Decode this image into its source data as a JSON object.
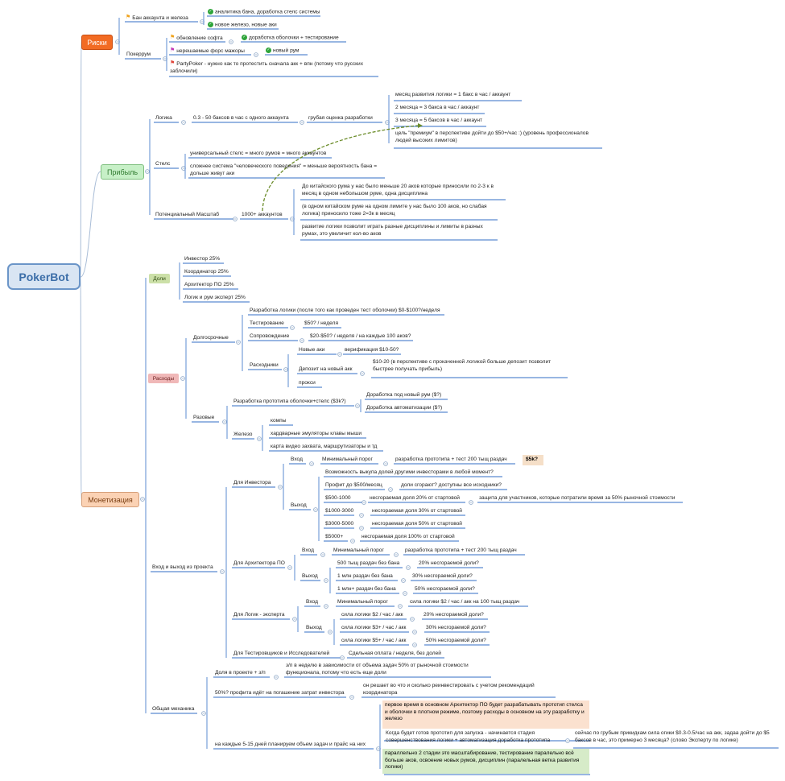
{
  "root": "PokerBot",
  "colors": {
    "risk": "#f26b23",
    "profit": "#c7f0c7",
    "monet": "#fbd2b4",
    "shares": "#cce0a8",
    "costs": "#f0b8b8",
    "price": "#f5dfc8",
    "peach": "#fbe1cf",
    "green": "#d6ebc8",
    "line": "#5b8bd0"
  },
  "risks": {
    "label": "Риски",
    "ban": "Бан аккаунта и железа",
    "ban_a": "аналитика бана, доработка стелс системы",
    "ban_b": "новое железо, новые аки",
    "pokerrum": "Покеррум",
    "soft": "обновление софта",
    "soft_a": "доработка оболочки + тестирование",
    "force": "нерешаемые форс мажоры",
    "force_a": "новый рум",
    "party": "PartyPoker - нужно как то протестить сначала акк + впн (потому что русских заблочили)"
  },
  "profit": {
    "label": "Прибыль",
    "logic": "Логика",
    "rate": "0.3 - 50 баксов в час с одного аккаунта",
    "estimate": "грубая оценка разработки",
    "e1": "месяц развития логики = 1 бакс в час / аккаунт",
    "e2": "2 месяца = 3 бакса в час / аккаунт",
    "e3": "3 месяца = 5 баксов в час / аккаунт",
    "e4": "цель \"премиум\" в перспективе дойти до $50+/час :) (уровень профессионалов людей высоких лимитов)",
    "stealth": "Стелс",
    "s1": "универсальный стелс = много румов = много аккаунтов",
    "s2": "сложнее система \"человеческого поведения\" = меньше вероятность бана = дольше живут аки",
    "scale": "Потенциальный Масштаб",
    "accounts": "1000+ аккаунтов",
    "c1": "До китайского рума у нас было меньше 20 аков которые приносили по 2-3 к в месяц в одном небольшом руме, одна дисциплина",
    "c2": "(в одном китайском руме на одном лимите у нас было 100 аков, но слабая логика) приносило тоже 2=3к в месяц",
    "c3": "развитие логики позволит играть разные дисциплины и лимиты в разных румах, это увеличит кол-во аков"
  },
  "monet": {
    "label": "Монетизация",
    "shares": {
      "label": "Доли",
      "items": [
        "Инвестор 25%",
        "Координатор 25%",
        "Архитектор ПО 25%",
        "Логик и рум эксперт 25%"
      ]
    },
    "costs": {
      "label": "Расходы",
      "long": "Долгосрочные",
      "l1": "Разработка логики (после того как проведен тест оболочки) $0-$100?/неделя",
      "test": "Тестирование",
      "test_v": "$50? / неделя",
      "support": "Сопровождение",
      "support_v": "$20-$50? / неделя / на каждые 100 аков?",
      "consum": "Расходники",
      "new_aki": "Новые аки",
      "verify": "верификация $10-50?",
      "deposit": "Депозит на новый акк",
      "deposit_v": "$10-20 (в перспективе с прокаченной логикой больше депозит позволит быстрее получать прибыль)",
      "proxy": "прокси",
      "once": "Разовые",
      "proto": "Разработка прототипа оболочки+стелс ($3k?)",
      "p1": "Доработка под новый рум ($?)",
      "p2": "Доработка автоматизации ($?)",
      "hw": "Железо",
      "hw1": "компы",
      "hw2": "хардварные эмуляторы клавы мыши",
      "hw3": "карта видео захвата, маршрутизаторы и тд"
    },
    "inout": {
      "label": "Вход и выход из проекта",
      "inv": "Для Инвестора",
      "inv_in": "Вход",
      "inv_min": "Минимальный порог",
      "inv_proto": "разработка прототипа + тест 200 тыщ раздач",
      "inv_price": "$5k?",
      "inv_out": "Выход",
      "o1": "Возможность выкупа долей другими инвесторами в любой момент?",
      "o2": "Профит до $500/месяц",
      "o2v": "доли сгорают? доступны все исходники?",
      "o3": "$500-1000",
      "o3v": "несгораемая доля 20% от стартовой",
      "o3w": "защита для участников, которые потратили время за 50% рыночной стоимости",
      "o4": "$1000-3000",
      "o4v": "несгораемая доля 30% от стартовой",
      "o5": "$3000-5000",
      "o5v": "несгораемая доля 50% от стартовой",
      "o6": "$5000+",
      "o6v": "несгораемая доля 100% от стартовой",
      "arch": "Для Архитектора ПО",
      "arch_in": "Вход",
      "arch_min": "Минимальный порог",
      "arch_proto": "разработка прототипа + тест 200 тыщ раздач",
      "arch_out": "Выход",
      "a1": "500 тыщ раздач без бана",
      "a1v": "20% несгораемой доли?",
      "a2": "1 млн раздач без бана",
      "a2v": "30% несгораемой доли?",
      "a3": "1 млн+ раздач без бана",
      "a3v": "50% несгораемой доли?",
      "logic": "Для  Логик - эксперта",
      "lg_in": "Вход",
      "lg_min": "Минимальный порог",
      "lg_req": "сила логики $2 / час / акк на 100 тыщ раздач",
      "lg_out": "Выход",
      "g1": "сила логики $2 / час / акк",
      "g1v": "20% несгораемой доли?",
      "g2": "сила логики $3+ / час / акк",
      "g2v": "30% несгораемой доли?",
      "g3": "сила логики $5+ / час / акк",
      "g3v": "50% несгораемой доли?",
      "testers": "Для Тестировщиков и Исследователей",
      "testers_v": "Сдельная оплата / неделя, без долей"
    },
    "general": {
      "label": "Общая механика",
      "share": "Доля в проекте + з/п",
      "share_v": "з/п в неделю в зависимости от объема задач 50% от рыночной стоимости функционала, потому что есть еще доли",
      "half": "50%? профита идёт на погашение затрат инвестора",
      "half_v": "он решает во что и сколько реинвестировать с учетом рекомендаций координатора",
      "plan": "на каждые 5-15 дней планируем объем задач и прайс на них",
      "p1": "первое время  в основном Архитектор ПО будет разрабатывать прототип стелса и оболочки в плотном режиме, поэтому расходы в основном на эту разработку и  железо",
      "p2": "Когда будет готов прототип для запуска - начинается стадия совершенствования логики + автоматизация доработка прототипа",
      "p2v": "сейчас по грубым прикидкам сила огики $0.3-0.5/час на акк, задаа дойти до $5 баксов в час, это примерно 3 месяца? (слово Эксперту по логике)",
      "p3": "параллельно 2 стадии это масштабирование, тестирование паралельно всё больше аков, освоение новых румов, дисциплин (паралельная ветка развития логики)"
    }
  }
}
